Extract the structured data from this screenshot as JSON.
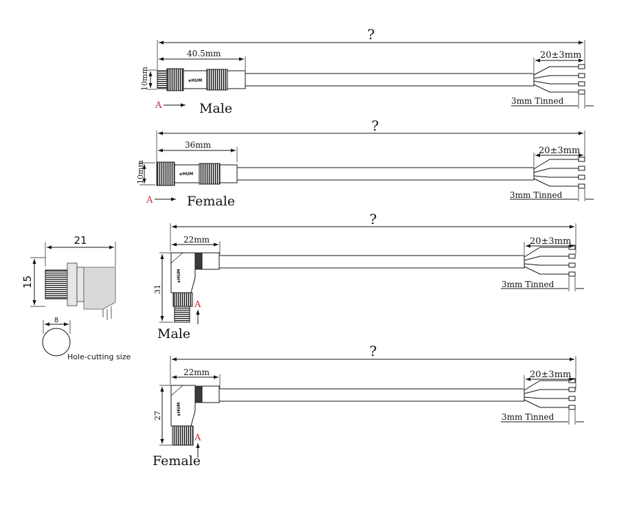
{
  "cables": [
    {
      "total_length": "?",
      "connector_length": "40.5mm",
      "diameter": "10mm",
      "strip_length": "20±3mm",
      "tinned": "3mm Tinned",
      "view_marker": "A",
      "gender": "Male",
      "style": "straight"
    },
    {
      "total_length": "?",
      "connector_length": "36mm",
      "diameter": "10mm",
      "strip_length": "20±3mm",
      "tinned": "3mm Tinned",
      "view_marker": "A",
      "gender": "Female",
      "style": "straight"
    },
    {
      "total_length": "?",
      "connector_length": "22mm",
      "height": "31",
      "strip_length": "20±3mm",
      "tinned": "3mm Tinned",
      "view_marker": "A",
      "gender": "Male",
      "style": "right-angle"
    },
    {
      "total_length": "?",
      "connector_length": "22mm",
      "height": "27",
      "strip_length": "20±3mm",
      "tinned": "3mm Tinned",
      "view_marker": "A",
      "gender": "Female",
      "style": "right-angle"
    }
  ],
  "panel_mount": {
    "width": "21",
    "height": "15",
    "hole_diameter": "8",
    "hole_caption": "Hole-cutting size"
  },
  "colors": {
    "line": "#111111",
    "marker": "#c0282a",
    "body": "#ffffff",
    "knurl": "#3a3a3a"
  }
}
